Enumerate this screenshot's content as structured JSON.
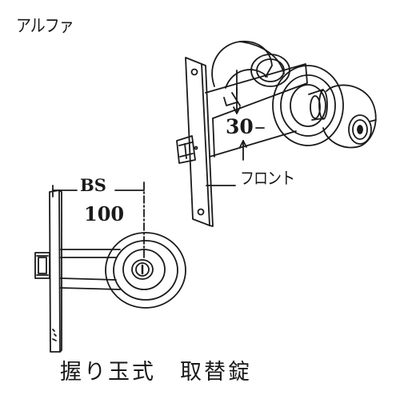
{
  "brand_label": "アルファ",
  "upper_lock": {
    "dimension_label": "30",
    "front_label": "フロント"
  },
  "lower_lock": {
    "backset_label": "BS",
    "backset_value": "100"
  },
  "caption": "握り玉式　取替錠"
}
